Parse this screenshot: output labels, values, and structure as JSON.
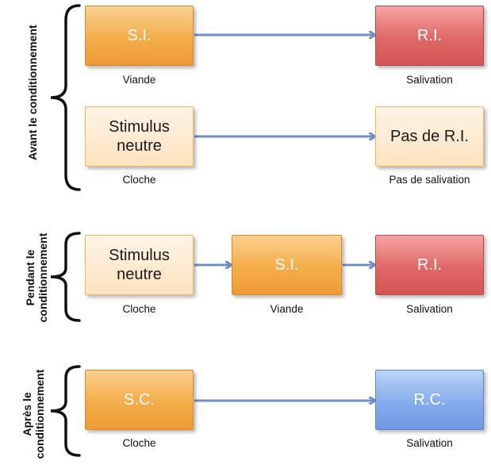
{
  "sections": {
    "before": {
      "label": "Avant le conditionnement"
    },
    "during": {
      "label_line1": "Pendant le",
      "label_line2": "conditionnement"
    },
    "after": {
      "label_line1": "Après le",
      "label_line2": "conditionnement"
    }
  },
  "row1": {
    "left_box": "S.I.",
    "left_caption": "Viande",
    "right_box": "R.I.",
    "right_caption": "Salivation"
  },
  "row2": {
    "left_box_line1": "Stimulus",
    "left_box_line2": "neutre",
    "left_caption": "Cloche",
    "right_box": "Pas de R.I.",
    "right_caption": "Pas de salivation"
  },
  "row3": {
    "left_box_line1": "Stimulus",
    "left_box_line2": "neutre",
    "left_caption": "Cloche",
    "mid_box": "S.I.",
    "mid_caption": "Viande",
    "right_box": "R.I.",
    "right_caption": "Salivation"
  },
  "row4": {
    "left_box": "S.C.",
    "left_caption": "Cloche",
    "right_box": "R.C.",
    "right_caption": "Salivation"
  },
  "colors": {
    "arrow": "#6f8fc9",
    "si_orange": "#f4ad4a",
    "ri_red": "#e06767",
    "rc_blue": "#85aced",
    "neutral": "#fde2c0"
  }
}
